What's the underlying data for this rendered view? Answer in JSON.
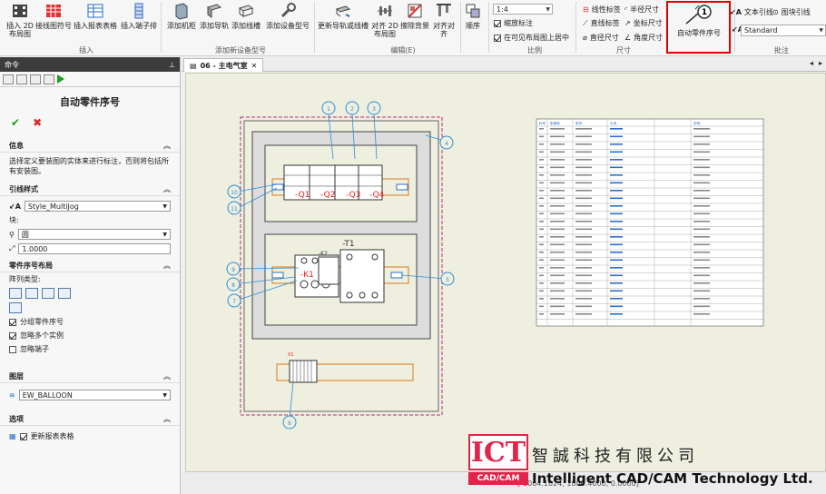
{
  "ribbon": {
    "buttons": [
      {
        "label": "插入 2D\n布局图"
      },
      {
        "label": "接线图符号"
      },
      {
        "label": "插入报表表格"
      },
      {
        "label": "插入端子排"
      },
      {
        "label": "添加机柜"
      },
      {
        "label": "添加导轨"
      },
      {
        "label": "添加线槽"
      },
      {
        "label": "添加设备型号"
      },
      {
        "label": "更新导轨或线槽"
      },
      {
        "label": "对齐 2D\n布局图"
      },
      {
        "label": "擦除背景"
      },
      {
        "label": "对齐对齐"
      },
      {
        "label": "顺序"
      }
    ],
    "groups": [
      "插入",
      "添加新设备型号",
      "编辑(E)",
      "比例",
      "尺寸",
      "批注"
    ],
    "scale": {
      "value": "1:4",
      "opt1": "缩放标注",
      "opt2": "在可见布局图上居中"
    },
    "dims": [
      "线性标签",
      "半径尺寸",
      "直线标签",
      "坐标尺寸",
      "直径尺寸",
      "角度尺寸"
    ],
    "auto_balloon": "自动零件序号",
    "annot": {
      "text_leader": "文本引线",
      "block_leader": "图块引线",
      "style": "Standard"
    }
  },
  "panel": {
    "title": "命令",
    "pin": "⊥",
    "cmd_title": "自动零件序号",
    "info": {
      "header": "信息",
      "text": "选择定义要装图的实体来进行标注，否则将包括所有安装图。"
    },
    "leader": {
      "header": "引线样式",
      "style": "Style_MultiJog",
      "block_label": "块:",
      "block": "圆",
      "scale": "1.0000"
    },
    "layout": {
      "header": "零件序号布局",
      "array_label": "阵列类型:",
      "opt1": "分组零件序号",
      "opt2": "忽略多个实例",
      "opt3": "忽略端子"
    },
    "layer": {
      "header": "图层",
      "value": "EW_BALLOON"
    },
    "options": {
      "header": "选项",
      "update": "更新报表表格"
    }
  },
  "doc_tab": "06 - 主电气室",
  "drawing": {
    "balloons": [
      "1",
      "2",
      "3",
      "4",
      "5",
      "6",
      "7",
      "8",
      "9",
      "10",
      "11"
    ],
    "devices": [
      "-Q1",
      "-Q2",
      "-Q3",
      "-Q4",
      "-K1",
      "-K2",
      "-T1"
    ],
    "terminal": "X1",
    "table_headers": [
      "标号",
      "制造商",
      "型号",
      "引用",
      "说明"
    ]
  },
  "status": "[-1064.1024, 1000.4000, 0.0000]",
  "watermark": {
    "logo": "ICT",
    "sub": "CAD/CAM",
    "cn": "智誠科技有限公司",
    "en": "Intelligent CAD/CAM Technology Ltd."
  }
}
